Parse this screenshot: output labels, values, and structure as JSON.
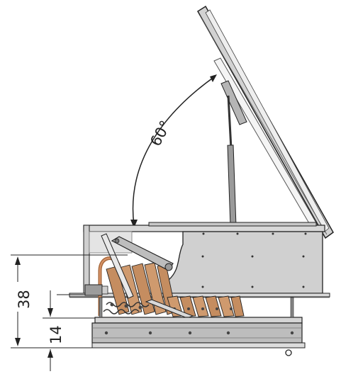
{
  "drawing": {
    "angle_label": "60°",
    "dimension_upper": "38",
    "dimension_lower": "14"
  },
  "colors": {
    "line": "#222222",
    "panel_grey": "#c9c9c9",
    "panel_light": "#e6e6e6",
    "wood": "#c9936a",
    "wood_dark": "#8c5a36",
    "copper": "#c07a45",
    "metal_dark": "#6e6e6e"
  }
}
